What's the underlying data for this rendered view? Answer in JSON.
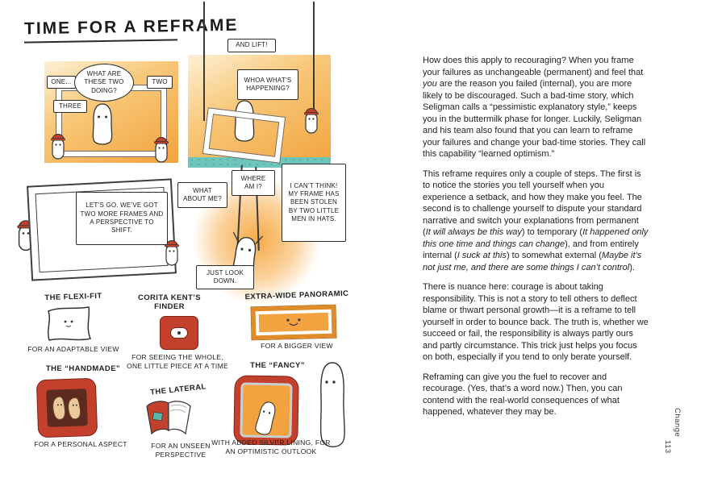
{
  "comic": {
    "title": "TIME FOR A REFRAME",
    "panel1": {
      "one": "ONE...",
      "what": "WHAT ARE THESE TWO DOING?",
      "two": "TWO",
      "three": "THREE"
    },
    "panel2": {
      "lift": "AND LIFT!",
      "whoa": "WHOA WHAT’S HAPPENING?"
    },
    "scene3": {
      "letsgo": "LET’S GO. WE’VE GOT TWO MORE FRAMES AND A PERSPECTIVE TO SHIFT.",
      "whatabout": "WHAT ABOUT ME?",
      "whereami": "WHERE AM I?",
      "cantthink": "I CAN’T THINK! MY FRAME HAS BEEN STOLEN BY TWO LITTLE MEN IN HATS.",
      "lookdown": "JUST LOOK DOWN."
    },
    "catalog": [
      {
        "name": "THE FLEXI-FIT",
        "caption": "FOR AN ADAPTABLE VIEW"
      },
      {
        "name": "CORITA KENT’S FINDER",
        "caption": "FOR SEEING THE WHOLE, ONE LITTLE PIECE AT A TIME"
      },
      {
        "name": "EXTRA-WIDE PANORAMIC",
        "caption": "FOR A BIGGER VIEW"
      },
      {
        "name": "THE “HANDMADE”",
        "caption": "FOR A PERSONAL ASPECT"
      },
      {
        "name": "THE LATERAL",
        "caption": "FOR AN UNSEEN PERSPECTIVE"
      },
      {
        "name": "THE “FANCY”",
        "caption": "WITH ADDED SILVER LINING, FOR AN OPTIMISTIC OUTLOOK"
      }
    ]
  },
  "page": {
    "paragraphs_html": [
      "How does this apply to recouraging? When you frame your failures as unchangeable (permanent) and feel that <i>you</i> are the reason you failed (internal), you are more likely to be discouraged. Such a bad-time story, which Seligman calls a “pessimistic explanatory style,” keeps you in the buttermilk phase for longer. Luckily, Seligman and his team also found that you can learn to reframe your failures and change your bad-time stories. They call this capability “learned optimism.”",
      "This reframe requires only a couple of steps. The first is to notice the stories you tell yourself when you experience a setback, and how they make you feel. The second is to challenge yourself to dispute your standard narrative and switch your explanations from permanent (<i>It will always be this way</i>) to temporary (<i>It happened only this one time and things can change</i>), and from entirely internal (<i>I suck at this</i>) to somewhat external (<i>Maybe it’s not just me, and there are some things I can’t control</i>).",
      "There is nuance here: courage is about taking responsibility. This is not a story to tell others to deflect blame or thwart personal growth—it is a reframe to tell yourself in order to bounce back. The truth is, whether we succeed or fail, the responsibility is always partly ours and partly circumstance. This trick just helps you focus on both, especially if you tend to only berate yourself.",
      "Reframing can give you the fuel to recover and recourage. (Yes, that’s a word now.) Then, you can contend with the real-world consequences of what happened, whatever they may be."
    ],
    "folio": "113",
    "chapter": "Change"
  },
  "colors": {
    "panel_orange": "#f2a23e",
    "teal": "#6ec5ba",
    "frame_red": "#c2402c",
    "silver": "#c9ced2"
  }
}
